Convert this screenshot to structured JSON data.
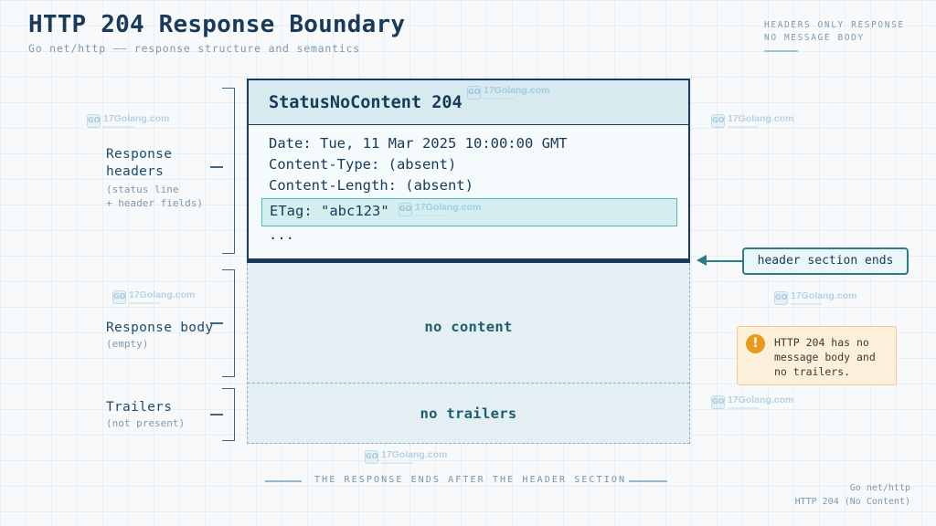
{
  "header": {
    "title": "HTTP 204 Response Boundary",
    "subtitle": "Go net/http —— response structure and semantics"
  },
  "corner_tag": {
    "line1": "HEADERS ONLY RESPONSE",
    "line2": "NO MESSAGE BODY"
  },
  "sections": {
    "headers": {
      "title_line1": "Response",
      "title_line2": "headers",
      "note_line1": "(status line",
      "note_line2": "+ header fields)"
    },
    "body": {
      "title": "Response body",
      "note": "(empty)"
    },
    "trailers": {
      "title": "Trailers",
      "note": "(not present)"
    }
  },
  "header_box": {
    "status_line": "StatusNoContent 204",
    "fields": [
      "Date: Tue, 11 Mar 2025 10:00:00 GMT",
      "Content-Type: (absent)",
      "Content-Length: (absent)"
    ],
    "etag": "ETag: \"abc123\"",
    "ellipsis": "..."
  },
  "body_box": {
    "text": "no content"
  },
  "trailers_box": {
    "text": "no trailers"
  },
  "callouts": {
    "header_end": "header section ends",
    "warning_line1": "HTTP 204 has no",
    "warning_line2": "message body and",
    "warning_line3": "no trailers.",
    "warning_icon": "!"
  },
  "footer": {
    "caption": "THE RESPONSE ENDS AFTER THE HEADER SECTION",
    "right_line1": "Go net/http",
    "right_line2": "HTTP 204 (No Content)"
  },
  "watermark": {
    "text": "17Golang.com",
    "icon": "GO"
  },
  "colors": {
    "navy": "#1a3a5c",
    "teal": "#2b7d87",
    "header_fill": "#d6eaef",
    "body_fill": "#e3eff4",
    "warning_fill": "#fdf0da",
    "warning_icon": "#e89a1c"
  }
}
